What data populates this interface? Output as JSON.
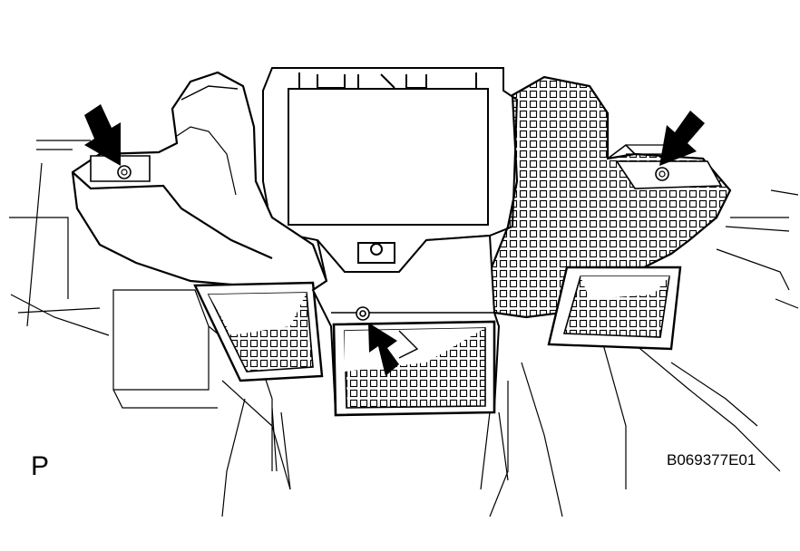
{
  "labels": {
    "view_letter": "P",
    "figure_code": "B069377E01"
  },
  "colors": {
    "line": "#000000",
    "background": "#ffffff"
  },
  "arrows": [
    {
      "name": "left-bolt-arrow"
    },
    {
      "name": "right-bolt-arrow"
    },
    {
      "name": "center-bolt-arrow"
    }
  ]
}
